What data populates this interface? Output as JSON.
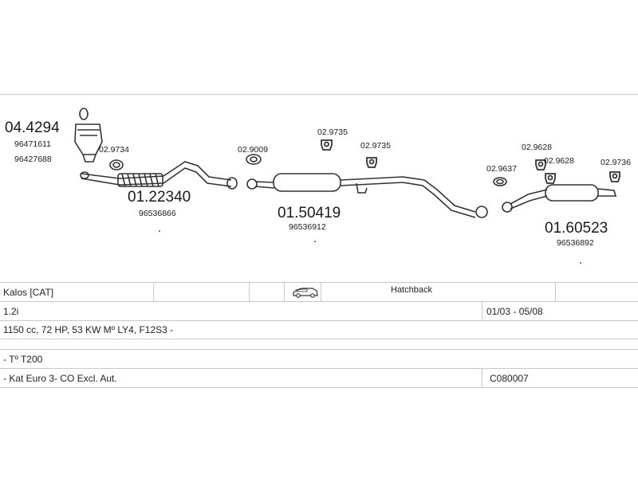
{
  "parts": {
    "cat_converter": {
      "number": "04.4294",
      "oem": [
        "96471611",
        "96427688"
      ]
    },
    "gasket_1": {
      "number": "02.9734"
    },
    "front_pipe": {
      "number": "01.22340",
      "oem": "96536866"
    },
    "gasket_2": {
      "number": "02.9009"
    },
    "hanger_1": {
      "number": "02.9735"
    },
    "hanger_2": {
      "number": "02.9735"
    },
    "middle_silencer": {
      "number": "01.50419",
      "oem": "96536912"
    },
    "gasket_3": {
      "number": "02.9637"
    },
    "hanger_3": {
      "number": "02.9628"
    },
    "hanger_4": {
      "number": "02.9628"
    },
    "hanger_5": {
      "number": "02.9736"
    },
    "rear_silencer": {
      "number": "01.60523",
      "oem": "96536892"
    }
  },
  "vehicle": {
    "model": "Kalos  [CAT]",
    "body_icon": "car-icon",
    "body": "Hatchback",
    "engine": "1.2i",
    "years": "01/03 - 05/08",
    "specs": "1150 cc, 72 HP, 53 KW Mº LY4, F12S3 -",
    "type": "- Tº T200",
    "notes": "- Kat Euro 3- CO Excl. Aut.",
    "kit_code": "C080007"
  }
}
